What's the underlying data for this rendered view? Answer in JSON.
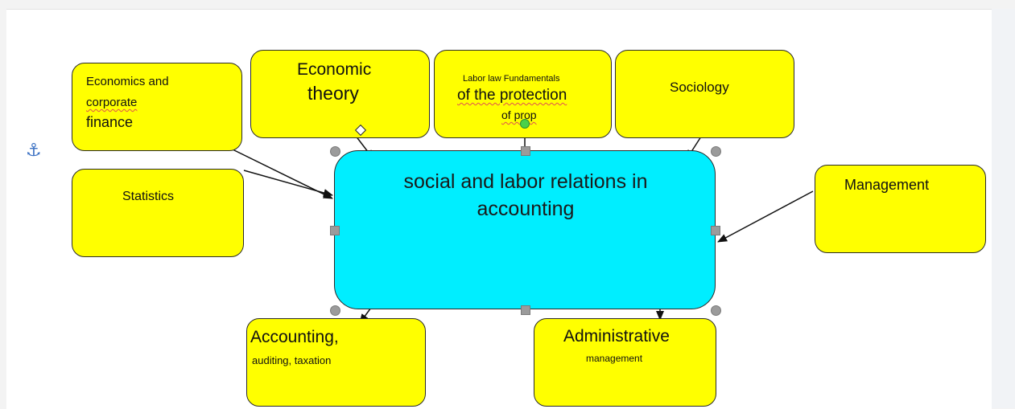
{
  "center": {
    "line1": "social and labor relations in",
    "line2": "accounting"
  },
  "boxes": {
    "economics_finance": {
      "line1": "Economics and",
      "line2": "corporate",
      "line3": "finance"
    },
    "economic_theory": {
      "line1": "Economic",
      "line2": "theory"
    },
    "labor_law": {
      "line1": "Labor law Fundamentals",
      "line2": "of the protection",
      "line3": "of prop"
    },
    "sociology": {
      "line1": "Sociology"
    },
    "statistics": {
      "line1": "Statistics"
    },
    "management": {
      "line1": "Management"
    },
    "accounting": {
      "line1": "Accounting,",
      "line2": "auditing, taxation"
    },
    "administrative": {
      "line1": "Administrative",
      "line2": "management"
    }
  },
  "colors": {
    "box_fill": "#ffff00",
    "center_fill": "#00eeff",
    "anchor_icon": "#3e73c4",
    "selection_handle": "#9b9b9b",
    "rotation_handle": "#4ad14a"
  },
  "icons": {
    "anchor": "anchor-icon"
  }
}
